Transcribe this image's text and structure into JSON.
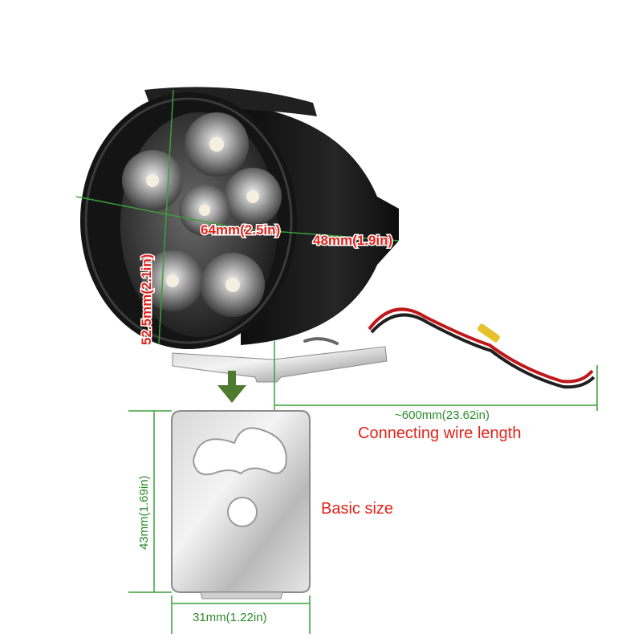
{
  "labels": {
    "width_front": "64mm(2.5in)",
    "depth": "48mm(1.9in)",
    "height_front": "52.5mm(2.1in)",
    "wire_length_value": "~600mm(23.62in)",
    "wire_length_caption": "Connecting wire length",
    "bracket_height": "43mm(1.69in)",
    "bracket_width": "31mm(1.22in)",
    "basic_size_caption": "Basic size"
  },
  "colors": {
    "dimension_green": "#3aa03a",
    "caption_red": "#e2231a",
    "arrow_green": "#4f7a30",
    "housing_black": "#151515"
  }
}
